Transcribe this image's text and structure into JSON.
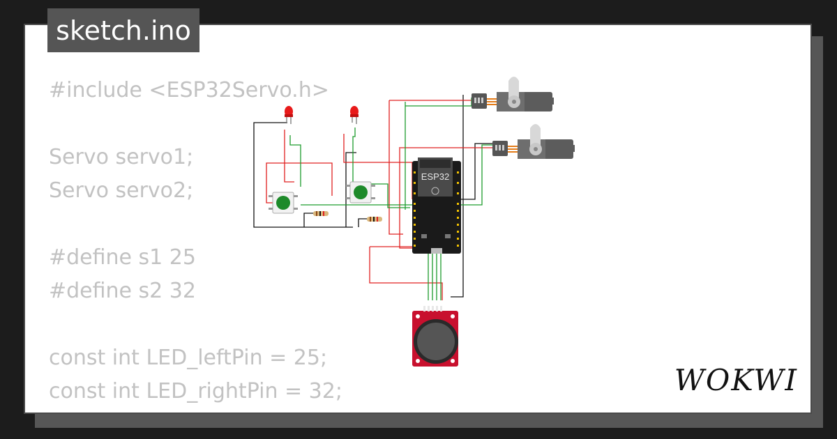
{
  "tab": {
    "filename": "sketch.ino"
  },
  "code_lines": [
    "#include <ESP32Servo.h>",
    "",
    "Servo servo1;",
    "Servo servo2;",
    "",
    "#define s1 25",
    "#define s2 32",
    "",
    "const int LED_leftPin = 25;",
    "const int LED_rightPin = 32;"
  ],
  "board": {
    "label": "ESP32"
  },
  "brand": {
    "logo": "WOKWI"
  },
  "colors": {
    "background": "#1c1c1c",
    "card": "#ffffff",
    "tab": "#555555",
    "code_text": "#c2c2c2",
    "wire_red": "#e02020",
    "wire_green": "#1c9c2c",
    "wire_black": "#111111",
    "joystick_board": "#c8102e",
    "led": "#e81a1a",
    "button_cap": "#1e8a2a"
  }
}
